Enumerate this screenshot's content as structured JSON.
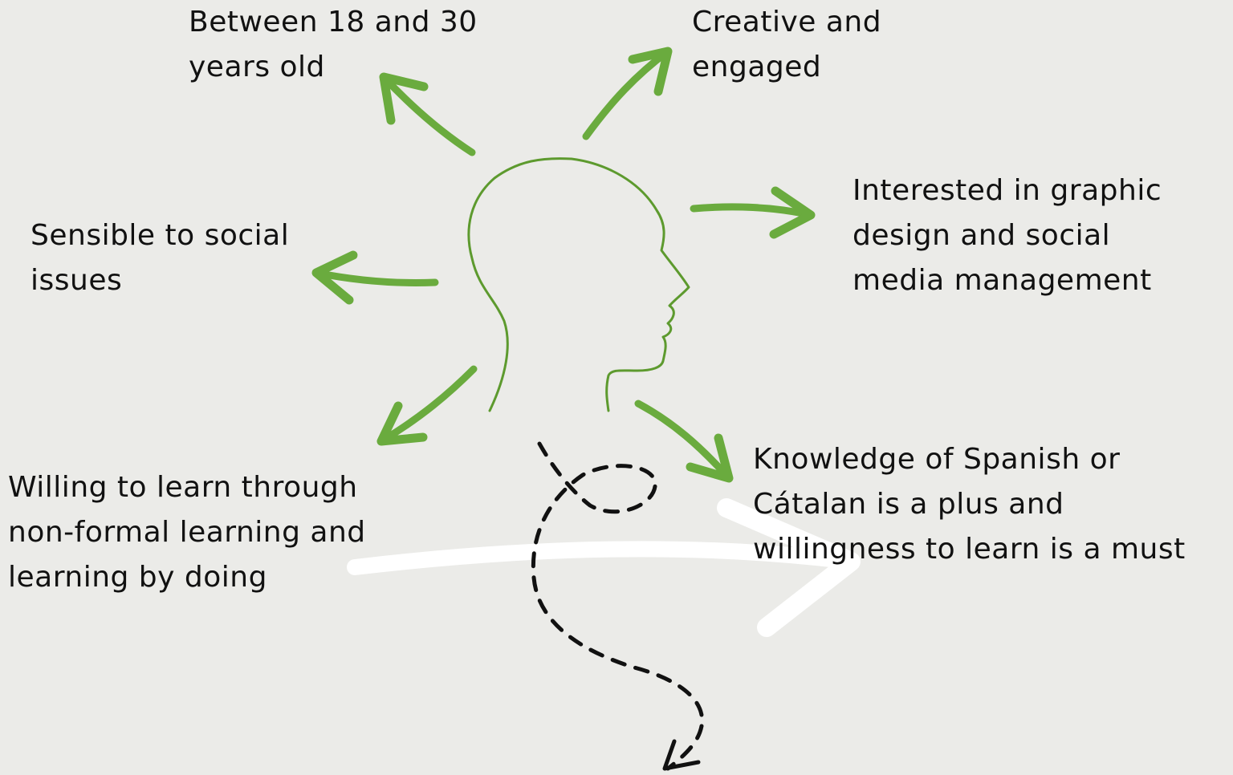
{
  "traits": [
    {
      "id": "age",
      "lines": [
        "Between 18 and 30",
        "years old"
      ]
    },
    {
      "id": "creative",
      "lines": [
        "Creative and",
        "engaged"
      ]
    },
    {
      "id": "graphic-design",
      "lines": [
        "Interested in graphic",
        "design and social",
        "media management"
      ]
    },
    {
      "id": "social-issues",
      "lines": [
        "Sensible to social",
        "issues"
      ]
    },
    {
      "id": "non-formal-learning",
      "lines": [
        "Willing to learn through",
        "non-formal learning and",
        "learning by doing"
      ]
    },
    {
      "id": "languages",
      "lines": [
        "Knowledge of Spanish or",
        "Cátalan is a plus and",
        "willingness to learn is a must"
      ]
    }
  ],
  "colors": {
    "background": "#ebebe8",
    "arrow": "#6aab3e",
    "head_outline": "#5d9a2e",
    "text": "#111111",
    "white_arrow": "#ffffff",
    "dashed_path": "#111111"
  }
}
